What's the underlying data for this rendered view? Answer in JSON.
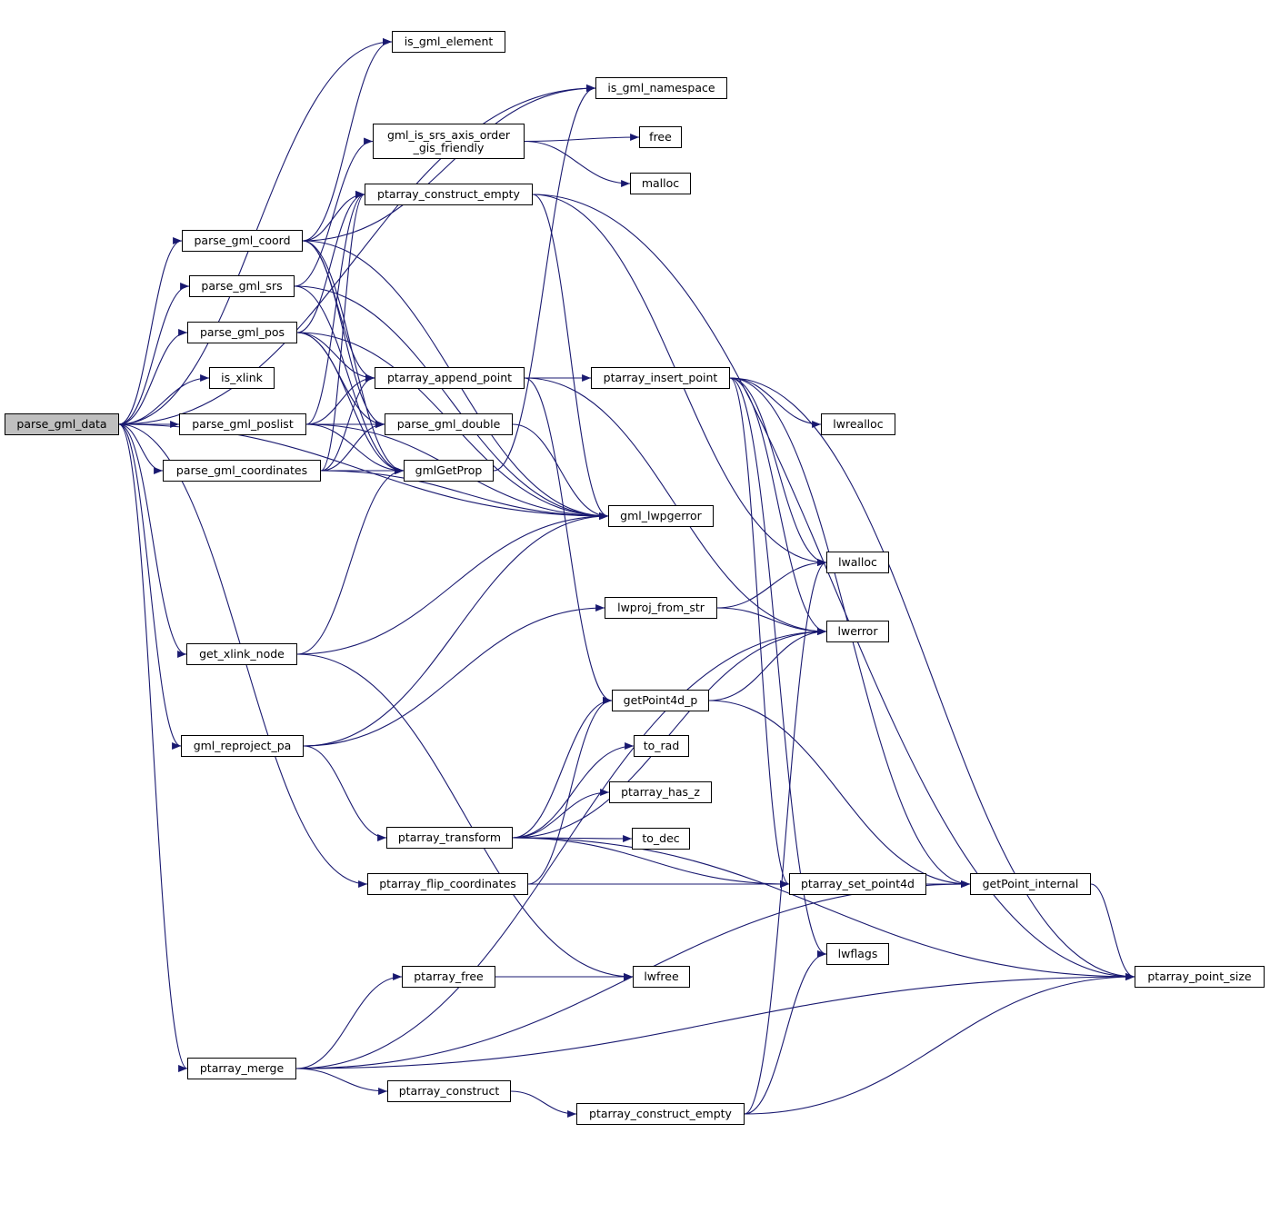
{
  "graph": {
    "root": "parse_gml_data",
    "edge_color": "#191970",
    "nodes": {
      "parse_gml_data": "parse_gml_data",
      "is_gml_element": "is_gml_element",
      "is_gml_namespace": "is_gml_namespace",
      "gml_is_srs": "gml_is_srs_axis_order\n_gis_friendly",
      "free": "free",
      "malloc": "malloc",
      "ptarray_construct_empty_1": "ptarray_construct_empty",
      "parse_gml_coord": "parse_gml_coord",
      "parse_gml_srs": "parse_gml_srs",
      "parse_gml_pos": "parse_gml_pos",
      "is_xlink": "is_xlink",
      "ptarray_append_point": "ptarray_append_point",
      "ptarray_insert_point": "ptarray_insert_point",
      "lwrealloc": "lwrealloc",
      "parse_gml_poslist": "parse_gml_poslist",
      "parse_gml_double": "parse_gml_double",
      "parse_gml_coordinates": "parse_gml_coordinates",
      "gmlGetProp": "gmlGetProp",
      "gml_lwpgerror": "gml_lwpgerror",
      "lwalloc": "lwalloc",
      "lwproj_from_str": "lwproj_from_str",
      "lwerror": "lwerror",
      "get_xlink_node": "get_xlink_node",
      "getPoint4d_p": "getPoint4d_p",
      "gml_reproject_pa": "gml_reproject_pa",
      "to_rad": "to_rad",
      "ptarray_has_z": "ptarray_has_z",
      "ptarray_transform": "ptarray_transform",
      "to_dec": "to_dec",
      "ptarray_flip_coordinates": "ptarray_flip_coordinates",
      "ptarray_set_point4d": "ptarray_set_point4d",
      "getPoint_internal": "getPoint_internal",
      "lwflags": "lwflags",
      "ptarray_free": "ptarray_free",
      "lwfree": "lwfree",
      "ptarray_point_size": "ptarray_point_size",
      "ptarray_merge": "ptarray_merge",
      "ptarray_construct": "ptarray_construct",
      "ptarray_construct_empty_2": "ptarray_construct_empty"
    },
    "edges": [
      [
        "parse_gml_data",
        "is_gml_element"
      ],
      [
        "parse_gml_data",
        "is_gml_namespace"
      ],
      [
        "parse_gml_data",
        "parse_gml_coord"
      ],
      [
        "parse_gml_data",
        "parse_gml_srs"
      ],
      [
        "parse_gml_data",
        "parse_gml_pos"
      ],
      [
        "parse_gml_data",
        "is_xlink"
      ],
      [
        "parse_gml_data",
        "parse_gml_poslist"
      ],
      [
        "parse_gml_data",
        "parse_gml_coordinates"
      ],
      [
        "parse_gml_data",
        "gml_lwpgerror"
      ],
      [
        "parse_gml_data",
        "get_xlink_node"
      ],
      [
        "parse_gml_data",
        "gml_reproject_pa"
      ],
      [
        "parse_gml_data",
        "ptarray_flip_coordinates"
      ],
      [
        "parse_gml_data",
        "ptarray_merge"
      ],
      [
        "parse_gml_coord",
        "is_gml_element"
      ],
      [
        "parse_gml_coord",
        "is_gml_namespace"
      ],
      [
        "parse_gml_coord",
        "ptarray_construct_empty_1"
      ],
      [
        "parse_gml_coord",
        "ptarray_append_point"
      ],
      [
        "parse_gml_coord",
        "parse_gml_double"
      ],
      [
        "parse_gml_coord",
        "gml_lwpgerror"
      ],
      [
        "parse_gml_coord",
        "gmlGetProp"
      ],
      [
        "gml_is_srs",
        "free"
      ],
      [
        "gml_is_srs",
        "malloc"
      ],
      [
        "ptarray_construct_empty_1",
        "lwalloc"
      ],
      [
        "ptarray_construct_empty_1",
        "gml_lwpgerror"
      ],
      [
        "ptarray_construct_empty_1",
        "ptarray_point_size"
      ],
      [
        "parse_gml_srs",
        "gml_is_srs"
      ],
      [
        "parse_gml_srs",
        "gmlGetProp"
      ],
      [
        "parse_gml_srs",
        "gml_lwpgerror"
      ],
      [
        "parse_gml_pos",
        "ptarray_construct_empty_1"
      ],
      [
        "parse_gml_pos",
        "ptarray_append_point"
      ],
      [
        "parse_gml_pos",
        "parse_gml_double"
      ],
      [
        "parse_gml_pos",
        "gmlGetProp"
      ],
      [
        "parse_gml_pos",
        "gml_lwpgerror"
      ],
      [
        "parse_gml_poslist",
        "ptarray_construct_empty_1"
      ],
      [
        "parse_gml_poslist",
        "ptarray_append_point"
      ],
      [
        "parse_gml_poslist",
        "parse_gml_double"
      ],
      [
        "parse_gml_poslist",
        "gmlGetProp"
      ],
      [
        "parse_gml_poslist",
        "gml_lwpgerror"
      ],
      [
        "parse_gml_coordinates",
        "ptarray_construct_empty_1"
      ],
      [
        "parse_gml_coordinates",
        "ptarray_append_point"
      ],
      [
        "parse_gml_coordinates",
        "parse_gml_double"
      ],
      [
        "parse_gml_coordinates",
        "gmlGetProp"
      ],
      [
        "parse_gml_coordinates",
        "gml_lwpgerror"
      ],
      [
        "ptarray_append_point",
        "ptarray_insert_point"
      ],
      [
        "ptarray_append_point",
        "getPoint4d_p"
      ],
      [
        "ptarray_append_point",
        "lwerror"
      ],
      [
        "ptarray_insert_point",
        "lwrealloc"
      ],
      [
        "ptarray_insert_point",
        "lwalloc"
      ],
      [
        "ptarray_insert_point",
        "lwerror"
      ],
      [
        "ptarray_insert_point",
        "getPoint_internal"
      ],
      [
        "ptarray_insert_point",
        "ptarray_point_size"
      ],
      [
        "ptarray_insert_point",
        "ptarray_set_point4d"
      ],
      [
        "ptarray_insert_point",
        "lwflags"
      ],
      [
        "parse_gml_double",
        "gml_lwpgerror"
      ],
      [
        "gmlGetProp",
        "is_gml_namespace"
      ],
      [
        "get_xlink_node",
        "gmlGetProp"
      ],
      [
        "get_xlink_node",
        "gml_lwpgerror"
      ],
      [
        "get_xlink_node",
        "lwfree"
      ],
      [
        "lwproj_from_str",
        "lwalloc"
      ],
      [
        "lwproj_from_str",
        "lwerror"
      ],
      [
        "getPoint4d_p",
        "lwerror"
      ],
      [
        "getPoint4d_p",
        "getPoint_internal"
      ],
      [
        "gml_reproject_pa",
        "gml_lwpgerror"
      ],
      [
        "gml_reproject_pa",
        "lwproj_from_str"
      ],
      [
        "gml_reproject_pa",
        "ptarray_transform"
      ],
      [
        "ptarray_transform",
        "getPoint4d_p"
      ],
      [
        "ptarray_transform",
        "to_rad"
      ],
      [
        "ptarray_transform",
        "ptarray_has_z"
      ],
      [
        "ptarray_transform",
        "to_dec"
      ],
      [
        "ptarray_transform",
        "ptarray_set_point4d"
      ],
      [
        "ptarray_transform",
        "lwerror"
      ],
      [
        "ptarray_transform",
        "ptarray_point_size"
      ],
      [
        "ptarray_flip_coordinates",
        "getPoint4d_p"
      ],
      [
        "ptarray_flip_coordinates",
        "ptarray_set_point4d"
      ],
      [
        "ptarray_set_point4d",
        "getPoint_internal"
      ],
      [
        "getPoint_internal",
        "ptarray_point_size"
      ],
      [
        "ptarray_free",
        "lwfree"
      ],
      [
        "ptarray_merge",
        "ptarray_free"
      ],
      [
        "ptarray_merge",
        "ptarray_construct"
      ],
      [
        "ptarray_merge",
        "lwerror"
      ],
      [
        "ptarray_merge",
        "getPoint_internal"
      ],
      [
        "ptarray_merge",
        "ptarray_point_size"
      ],
      [
        "ptarray_construct",
        "ptarray_construct_empty_2"
      ],
      [
        "ptarray_construct_empty_2",
        "lwalloc"
      ],
      [
        "ptarray_construct_empty_2",
        "lwflags"
      ],
      [
        "ptarray_construct_empty_2",
        "ptarray_point_size"
      ]
    ]
  }
}
